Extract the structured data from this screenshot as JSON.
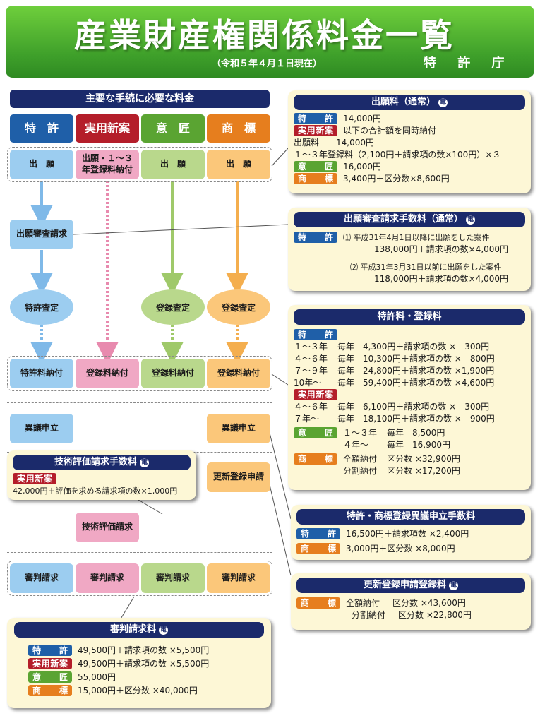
{
  "header": {
    "title": "産業財産権関係料金一覧",
    "date": "（令和５年４月１日現在）",
    "org": "特 許 庁"
  },
  "flow": {
    "title": "主要な手続に必要な料金",
    "categories": [
      "特　許",
      "実用新案",
      "意　匠",
      "商　標"
    ],
    "filing": [
      "出　願",
      "出願・１～３年登録料納付",
      "出　願",
      "出　願"
    ],
    "exam_request": "出願審査請求",
    "decision_patent": "特許査定",
    "decision_design": "登録査定",
    "decision_trademark": "登録査定",
    "payment": [
      "特許料納付",
      "登録料納付",
      "登録料納付",
      "登録料納付"
    ],
    "opposition_patent": "異議申立",
    "opposition_trademark": "異議申立",
    "renewal": "更新登録申請",
    "tech_eval": "技術評価請求",
    "appeal": [
      "審判請求",
      "審判請求",
      "審判請求",
      "審判請求"
    ]
  },
  "panels": {
    "elec_mark": "電",
    "filing_fee": {
      "title": "出願料（通常）",
      "patent_label": "特　許",
      "patent": "14,000円",
      "utility_label": "実用新案",
      "utility": "以下の合計額を同時納付",
      "utility_line1": "出願料　　14,000円",
      "utility_line2": "１～３年登録料（2,100円＋請求項の数×100円）×３",
      "design_label": "意　匠",
      "design": "16,000円",
      "trademark_label": "商　標",
      "trademark": "3,400円＋区分数×8,600円"
    },
    "exam_fee": {
      "title": "出願審査請求手数料（通常）",
      "patent_label": "特　許",
      "item1": "⑴ 平成31年4月1日以降に出願をした案件",
      "item1_fee": "138,000円＋請求項の数×4,000円",
      "item2": "⑵ 平成31年3月31日以前に出願をした案件",
      "item2_fee": "118,000円＋請求項の数×4,000円"
    },
    "registration_fee": {
      "title": "特許料・登録料",
      "patent_label": "特　許",
      "patent_rows": [
        {
          "years": "１～３年",
          "per": "毎年",
          "fee": "4,300円＋請求項の数 ×　300円"
        },
        {
          "years": "４～６年",
          "per": "毎年",
          "fee": "10,300円＋請求項の数 ×　800円"
        },
        {
          "years": "７～９年",
          "per": "毎年",
          "fee": "24,800円＋請求項の数 ×1,900円"
        },
        {
          "years": "10年～",
          "per": "毎年",
          "fee": "59,400円＋請求項の数 ×4,600円"
        }
      ],
      "utility_label": "実用新案",
      "utility_rows": [
        {
          "years": "４～６年",
          "per": "毎年",
          "fee": "6,100円＋請求項の数 ×　300円"
        },
        {
          "years": "７年～",
          "per": "毎年",
          "fee": "18,100円＋請求項の数 ×　900円"
        }
      ],
      "design_label": "意　匠",
      "design_rows": [
        {
          "years": "１～３年",
          "per": "毎年",
          "fee": "8,500円"
        },
        {
          "years": "４年～",
          "per": "毎年",
          "fee": "16,900円"
        }
      ],
      "trademark_label": "商　標",
      "trademark_rows": [
        {
          "kind": "全額納付",
          "fee": "区分数 ×32,900円"
        },
        {
          "kind": "分割納付",
          "fee": "区分数 ×17,200円"
        }
      ]
    },
    "tech_eval_fee": {
      "title": "技術評価請求手数料",
      "utility_label": "実用新案",
      "fee": "42,000円＋評価を求める請求項の数×1,000円"
    },
    "opposition_fee": {
      "title": "特許・商標登録異議申立手数料",
      "patent_label": "特　許",
      "patent": "16,500円＋請求項数 ×2,400円",
      "trademark_label": "商　標",
      "trademark": "3,000円＋区分数 ×8,000円"
    },
    "renewal_fee": {
      "title": "更新登録申請登録料",
      "trademark_label": "商　標",
      "row1_kind": "全額納付",
      "row1_fee": "区分数 ×43,600円",
      "row2_kind": "分割納付",
      "row2_fee": "区分数 ×22,800円"
    },
    "appeal_fee": {
      "title": "審判請求料",
      "patent_label": "特　許",
      "patent": "49,500円＋請求項の数 ×5,500円",
      "utility_label": "実用新案",
      "utility": "49,500円＋請求項の数 ×5,500円",
      "design_label": "意　匠",
      "design": "55,000円",
      "trademark_label": "商　標",
      "trademark": "15,000円＋区分数 ×40,000円"
    }
  },
  "colors": {
    "navy": "#1b2a6b",
    "patent": "#1f5fa8",
    "utility": "#b41e2a",
    "design": "#5aa432",
    "trademark": "#e67e1e",
    "header_green": "#3e9f2a",
    "panel_bg": "#fdf7d6"
  }
}
